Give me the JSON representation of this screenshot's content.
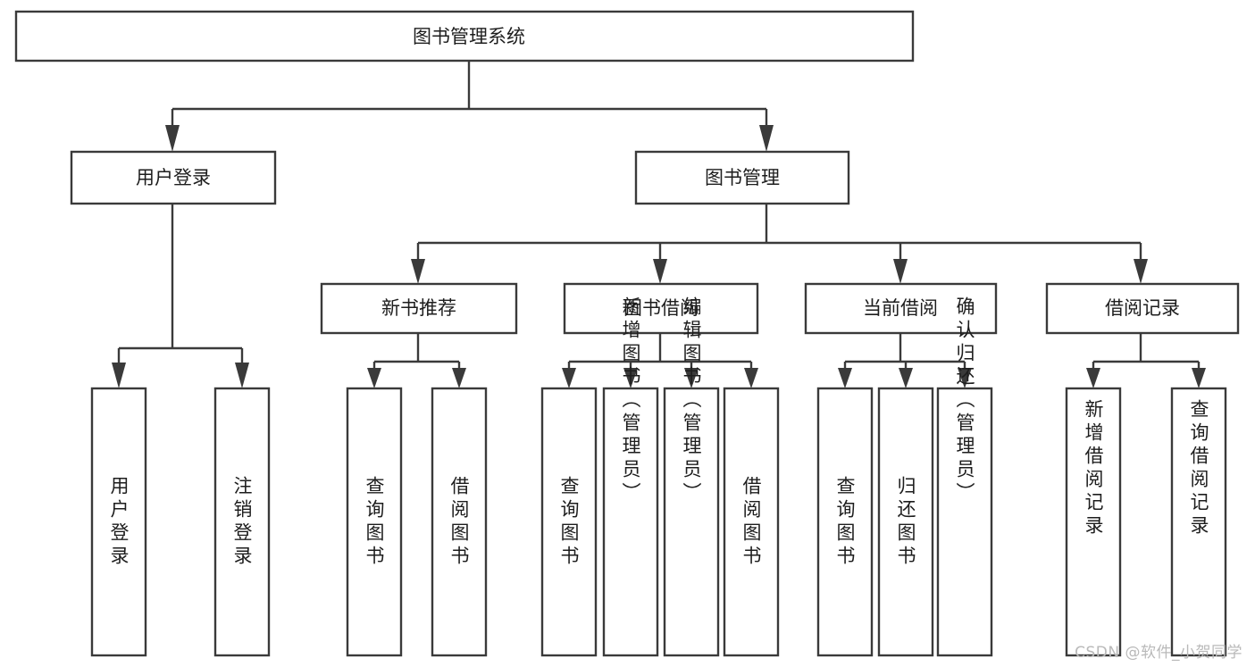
{
  "diagram": {
    "type": "tree-hierarchy-chart",
    "title": "图书管理系统",
    "orientation": "top-down",
    "colors": {
      "box_stroke": "#3a3a3a",
      "box_fill": "#ffffff",
      "connector": "#3a3a3a",
      "text": "#1d1d1d",
      "background": "#ffffff",
      "watermark": "#b9b9b9"
    },
    "levels": {
      "level1": [
        {
          "id": "root",
          "label": "图书管理系统"
        }
      ],
      "level2": [
        {
          "id": "user-login",
          "label": "用户登录"
        },
        {
          "id": "book-manage",
          "label": "图书管理"
        }
      ],
      "level3": [
        {
          "id": "new-book-recommend",
          "label": "新书推荐"
        },
        {
          "id": "book-borrow",
          "label": "图书借阅"
        },
        {
          "id": "current-borrow",
          "label": "当前借阅"
        },
        {
          "id": "borrow-record",
          "label": "借阅记录"
        }
      ],
      "level4": [
        {
          "id": "leaf-user-login",
          "label": "用户登录",
          "parent": "user-login"
        },
        {
          "id": "leaf-logout",
          "label": "注销登录",
          "parent": "user-login"
        },
        {
          "id": "leaf-query-book-1",
          "label": "查询图书",
          "parent": "new-book-recommend"
        },
        {
          "id": "leaf-borrow-book-1",
          "label": "借阅图书",
          "parent": "new-book-recommend"
        },
        {
          "id": "leaf-query-book-2",
          "label": "查询图书",
          "parent": "book-borrow"
        },
        {
          "id": "leaf-add-book",
          "label": "新增图书（管理员）",
          "parent": "book-borrow"
        },
        {
          "id": "leaf-edit-book",
          "label": "编辑图书（管理员）",
          "parent": "book-borrow"
        },
        {
          "id": "leaf-borrow-book-2",
          "label": "借阅图书",
          "parent": "book-borrow"
        },
        {
          "id": "leaf-query-book-3",
          "label": "查询图书",
          "parent": "current-borrow"
        },
        {
          "id": "leaf-return-book",
          "label": "归还图书",
          "parent": "current-borrow"
        },
        {
          "id": "leaf-confirm-return",
          "label": "确认归还（管理员）",
          "parent": "current-borrow"
        },
        {
          "id": "leaf-add-record",
          "label": "新增借阅记录",
          "parent": "borrow-record"
        },
        {
          "id": "leaf-query-record",
          "label": "查询借阅记录",
          "parent": "borrow-record"
        }
      ]
    }
  },
  "watermark": {
    "text": "CSDN @软件_小贺同学"
  }
}
